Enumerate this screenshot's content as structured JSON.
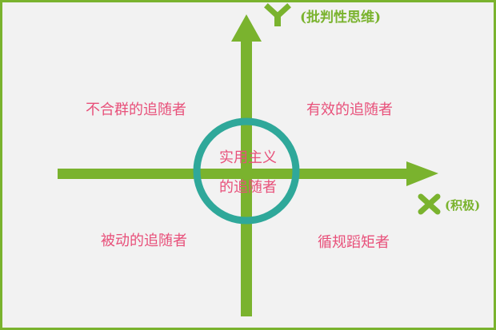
{
  "axes": {
    "y_letter": "Y",
    "y_label": "(批判性思维)",
    "x_letter": "X",
    "x_label": "(积极)"
  },
  "quadrants": {
    "top_left": "不合群的追随者",
    "top_right": "有效的追随者",
    "bottom_left": "被动的追随者",
    "bottom_right": "循规蹈矩者"
  },
  "center": {
    "line1": "实用主义",
    "line2": "的追随者"
  },
  "colors": {
    "axis": "#7ab32e",
    "circle": "#2fa89a",
    "label": "#e8507a",
    "background": "#f2f2f2"
  }
}
